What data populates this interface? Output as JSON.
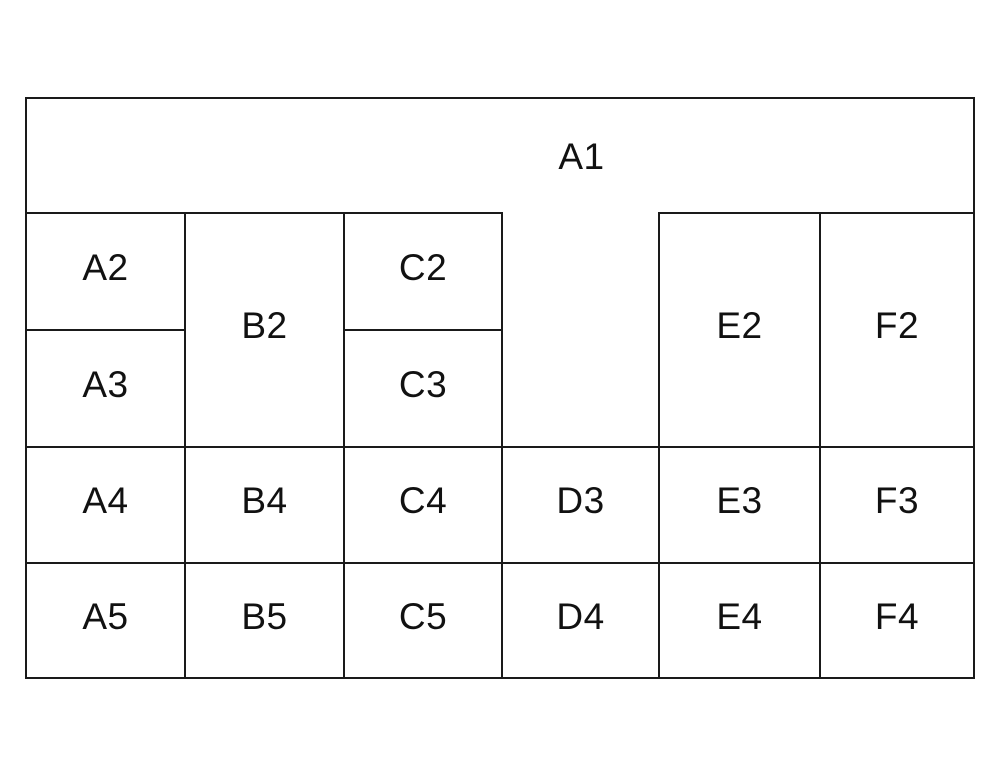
{
  "diagram": {
    "description": "Plot layout diagram of bordered boxes on white background",
    "colors": {
      "background": "#ffffff",
      "line": "#1a1a1a",
      "text": "#111111"
    },
    "open_region": "column D between rows 2-3 has no box and connects openly to A1"
  },
  "cells": {
    "A1": {
      "label": "A1"
    },
    "A2": {
      "label": "A2"
    },
    "A3": {
      "label": "A3"
    },
    "B2": {
      "label": "B2"
    },
    "C2": {
      "label": "C2"
    },
    "C3": {
      "label": "C3"
    },
    "E2": {
      "label": "E2"
    },
    "F2": {
      "label": "F2"
    },
    "A4": {
      "label": "A4"
    },
    "B4": {
      "label": "B4"
    },
    "C4": {
      "label": "C4"
    },
    "D3": {
      "label": "D3"
    },
    "E3": {
      "label": "E3"
    },
    "F3": {
      "label": "F3"
    },
    "A5": {
      "label": "A5"
    },
    "B5": {
      "label": "B5"
    },
    "C5": {
      "label": "C5"
    },
    "D4": {
      "label": "D4"
    },
    "E4": {
      "label": "E4"
    },
    "F4": {
      "label": "F4"
    }
  }
}
